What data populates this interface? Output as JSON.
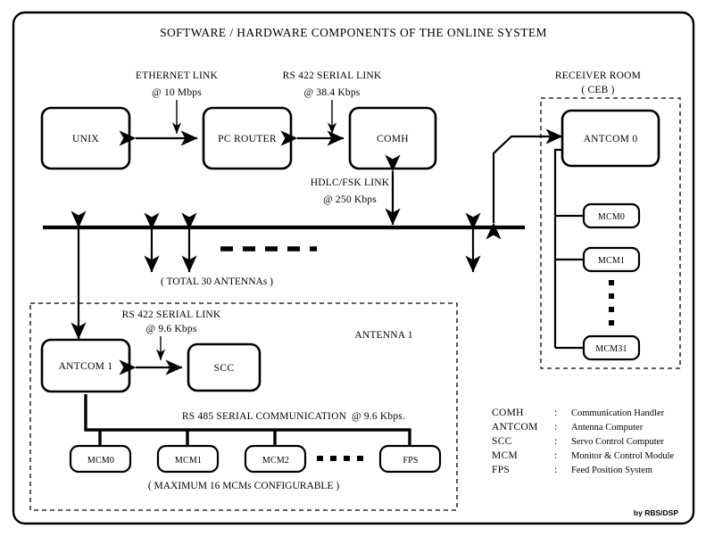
{
  "title": "SOFTWARE / HARDWARE COMPONENTS OF THE  ONLINE  SYSTEM",
  "credit": "by RBS/DSP",
  "links": {
    "ethernet": {
      "name": "ETHERNET LINK",
      "rate": "@ 10 Mbps"
    },
    "rs422_top": {
      "name": "RS 422 SERIAL LINK",
      "rate": "@ 38.4 Kbps"
    },
    "hdlc": {
      "name": "HDLC/FSK LINK",
      "rate": "@ 250 Kbps"
    },
    "rs422_ant": {
      "name": "RS 422 SERIAL LINK",
      "rate": "@ 9.6 Kbps"
    },
    "rs485": {
      "name": "RS 485 SERIAL COMMUNICATION",
      "rate": "@ 9.6 Kbps."
    }
  },
  "top_row": {
    "unix": "UNIX",
    "pc_router": "PC ROUTER",
    "comh": "COMH"
  },
  "receiver_room": {
    "title_line1": "RECEIVER ROOM",
    "title_line2": "( CEB )",
    "antcom": "ANTCOM 0",
    "mcms": [
      "MCM0",
      "MCM1",
      "MCM31"
    ]
  },
  "bus": {
    "note": "( TOTAL  30 ANTENNAs )"
  },
  "antenna_panel": {
    "title": "ANTENNA 1",
    "antcom": "ANTCOM 1",
    "scc": "SCC",
    "mcms": [
      "MCM0",
      "MCM1",
      "MCM2"
    ],
    "fps": "FPS",
    "note": "( MAXIMUM 16 MCMs CONFIGURABLE )"
  },
  "legend": [
    {
      "key": "COMH",
      "sep": ":",
      "value": "Communication Handler"
    },
    {
      "key": "ANTCOM",
      "sep": ":",
      "value": "Antenna Computer"
    },
    {
      "key": "SCC",
      "sep": ":",
      "value": "Servo Control Computer"
    },
    {
      "key": "MCM",
      "sep": ":",
      "value": "Monitor & Control Module"
    },
    {
      "key": "FPS",
      "sep": ":",
      "value": "Feed Position System"
    }
  ],
  "colors": {
    "ink": "#000000",
    "paper": "#ffffff"
  }
}
